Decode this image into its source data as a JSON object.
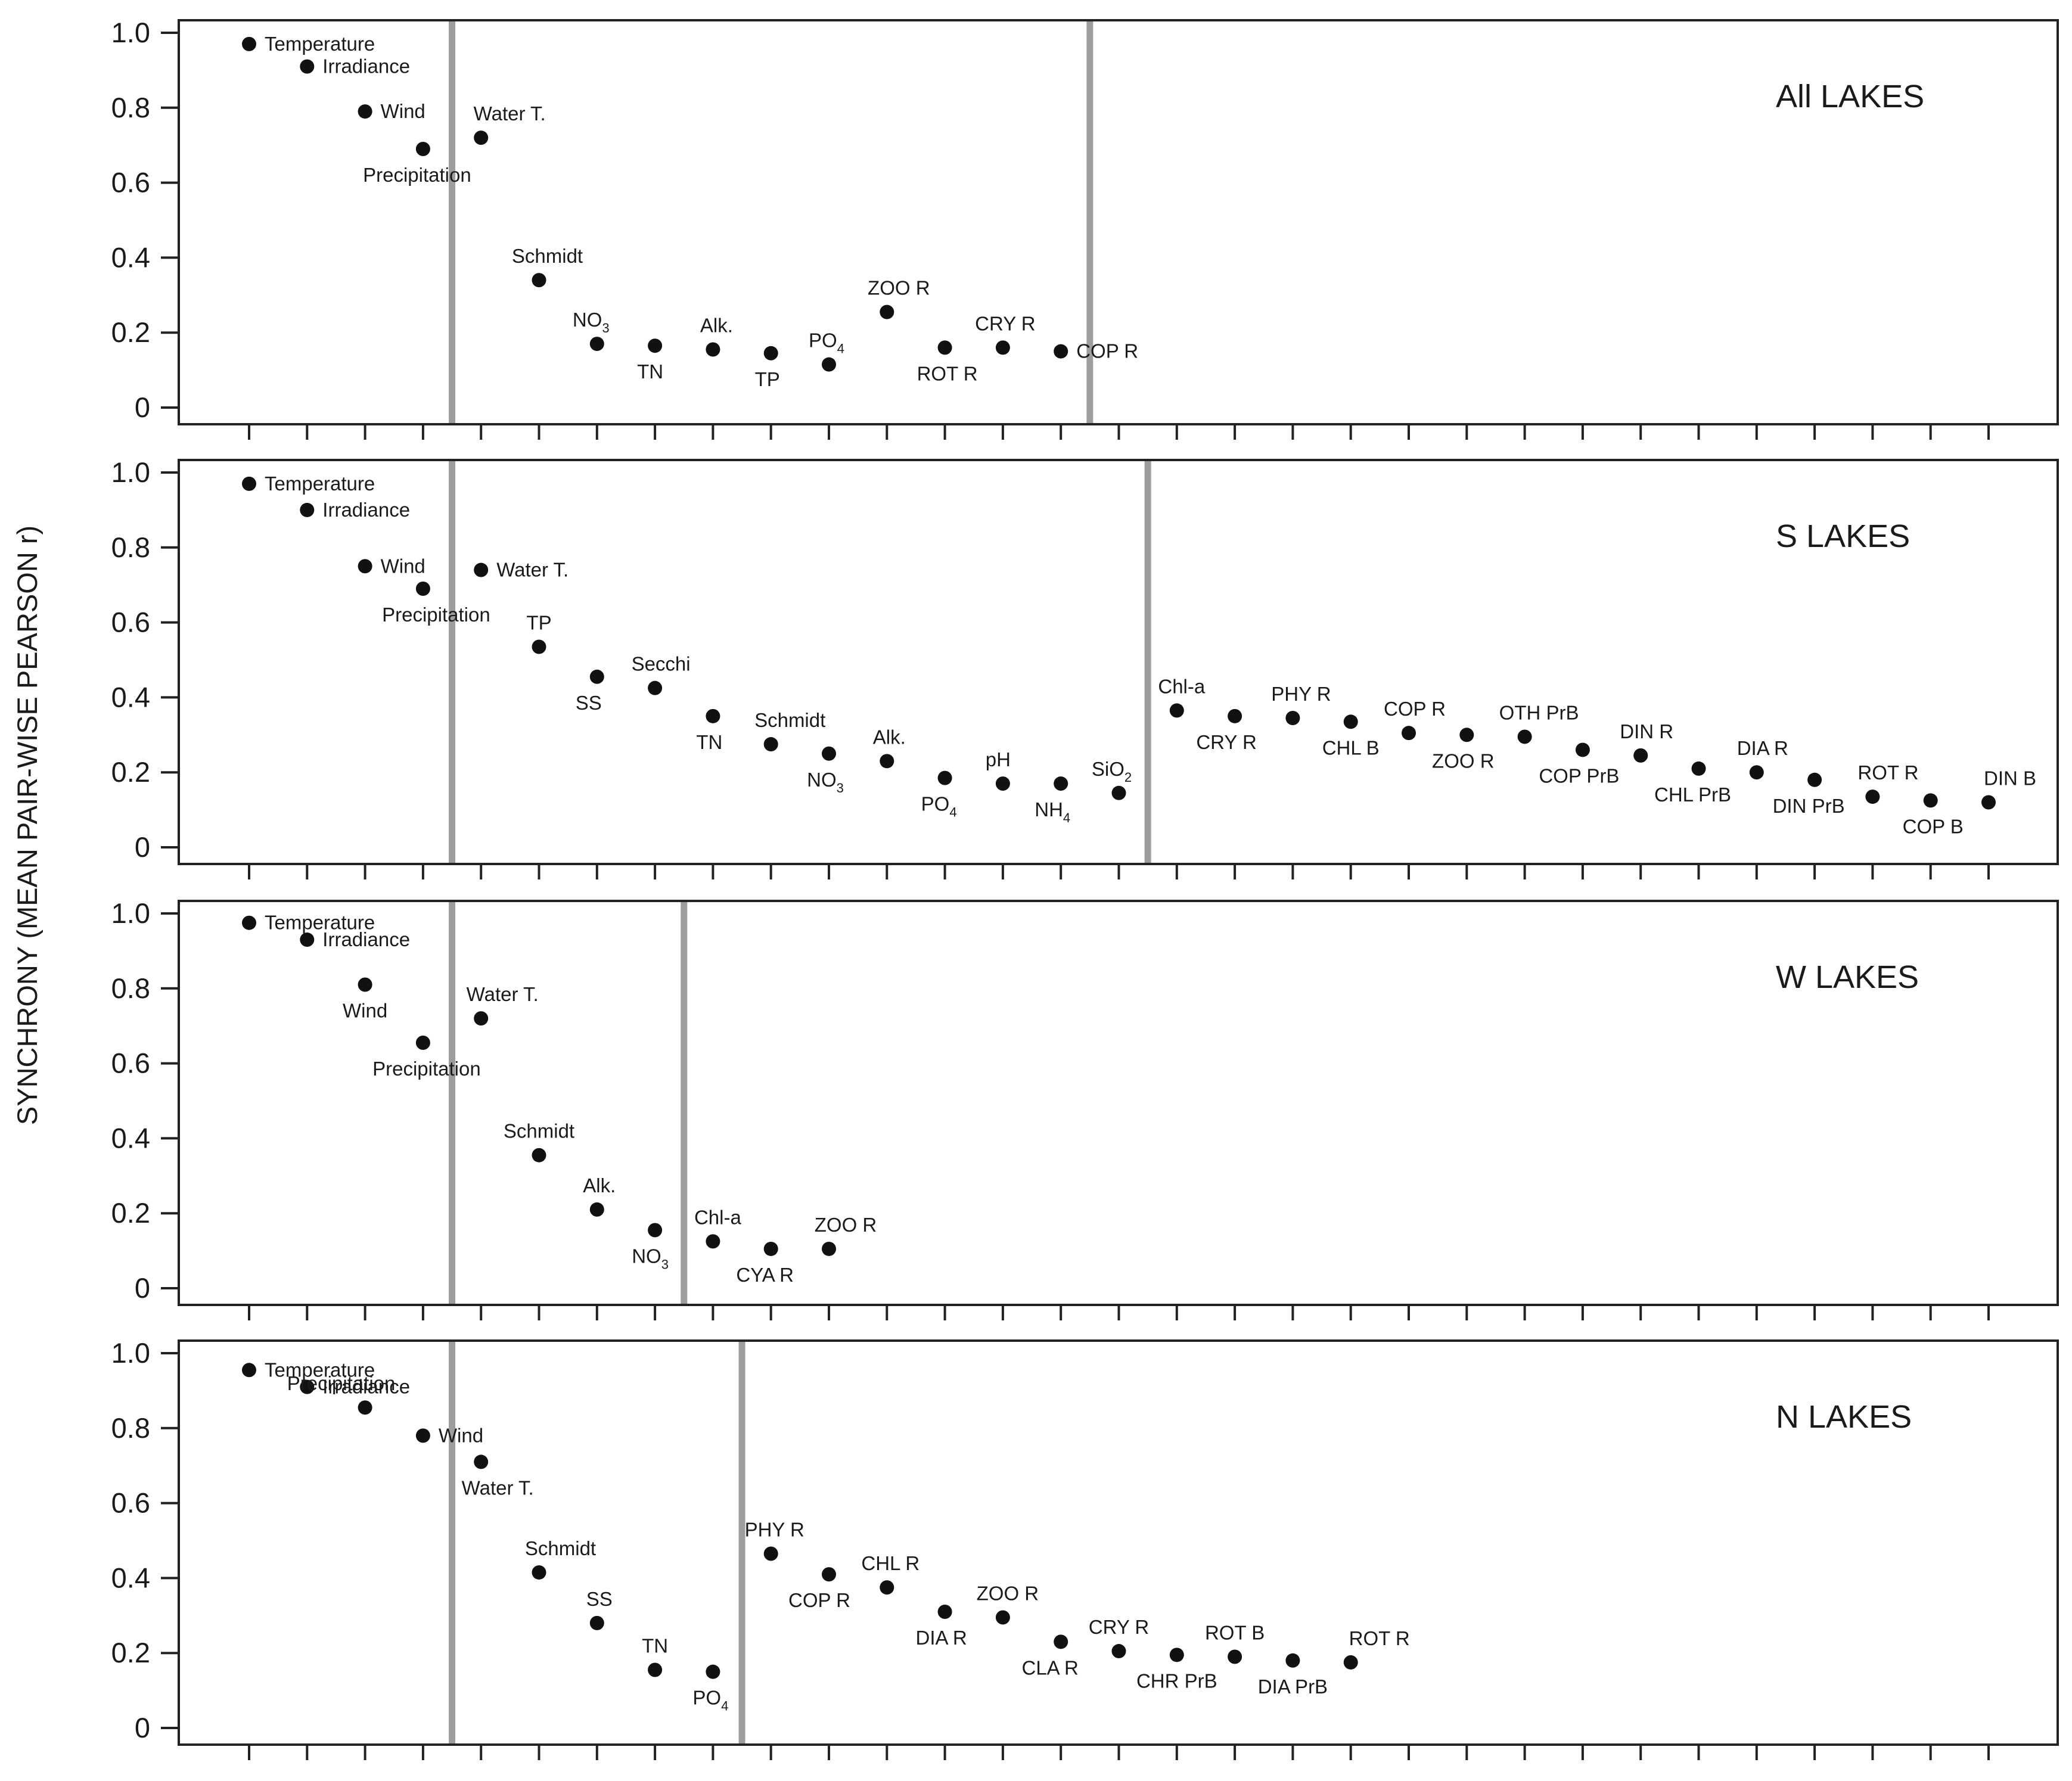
{
  "chart_data": {
    "type": "scatter",
    "ylabel": "SYNCHRONY (MEAN PAIR-WISE PEARSON r)",
    "ylim": [
      0,
      1.0
    ],
    "yticks": [
      "0",
      "0.2",
      "0.4",
      "0.6",
      "0.8",
      "1.0"
    ],
    "n_x_ticks": 31,
    "panels": [
      {
        "title": "All LAKES",
        "dividers_after": [
          3,
          14
        ],
        "points": [
          {
            "label": "Temperature",
            "y": 0.97
          },
          {
            "label": "Irradiance",
            "y": 0.91
          },
          {
            "label": "Wind",
            "y": 0.79
          },
          {
            "label": "Precipitation",
            "y": 0.69
          },
          {
            "label": "Water T.",
            "y": 0.72
          },
          {
            "label": "Schmidt",
            "y": 0.34
          },
          {
            "label": "NO",
            "sub": "3",
            "y": 0.17
          },
          {
            "label": "TN",
            "y": 0.165
          },
          {
            "label": "Alk.",
            "y": 0.155
          },
          {
            "label": "TP",
            "y": 0.145
          },
          {
            "label": "PO",
            "sub": "4",
            "y": 0.115
          },
          {
            "label": "ZOO R",
            "y": 0.255
          },
          {
            "label": "ROT R",
            "y": 0.16
          },
          {
            "label": "CRY R",
            "y": 0.16
          },
          {
            "label": "COP R",
            "y": 0.15
          }
        ]
      },
      {
        "title": "S LAKES",
        "dividers_after": [
          3,
          15
        ],
        "points": [
          {
            "label": "Temperature",
            "y": 0.97
          },
          {
            "label": "Irradiance",
            "y": 0.9
          },
          {
            "label": "Wind",
            "y": 0.75
          },
          {
            "label": "Precipitation",
            "y": 0.69
          },
          {
            "label": "Water T.",
            "y": 0.74
          },
          {
            "label": "TP",
            "y": 0.535
          },
          {
            "label": "SS",
            "y": 0.455
          },
          {
            "label": "Secchi",
            "y": 0.425
          },
          {
            "label": "TN",
            "y": 0.35
          },
          {
            "label": "Schmidt",
            "y": 0.275
          },
          {
            "label": "NO",
            "sub": "3",
            "y": 0.25
          },
          {
            "label": "Alk.",
            "y": 0.23
          },
          {
            "label": "PO",
            "sub": "4",
            "y": 0.185
          },
          {
            "label": "pH",
            "y": 0.17
          },
          {
            "label": "NH",
            "sub": "4",
            "y": 0.17
          },
          {
            "label": "SiO",
            "sub": "2",
            "y": 0.145
          },
          {
            "label": "Chl-a",
            "y": 0.365
          },
          {
            "label": "CRY R",
            "y": 0.35
          },
          {
            "label": "PHY R",
            "y": 0.345
          },
          {
            "label": "CHL B",
            "y": 0.335
          },
          {
            "label": "COP R",
            "y": 0.305
          },
          {
            "label": "ZOO R",
            "y": 0.3
          },
          {
            "label": "OTH PrB",
            "y": 0.295
          },
          {
            "label": "COP PrB",
            "y": 0.26
          },
          {
            "label": "DIN R",
            "y": 0.245
          },
          {
            "label": "CHL PrB",
            "y": 0.21
          },
          {
            "label": "DIA R",
            "y": 0.2
          },
          {
            "label": "DIN PrB",
            "y": 0.18
          },
          {
            "label": "ROT R",
            "y": 0.135
          },
          {
            "label": "COP B",
            "y": 0.125
          },
          {
            "label": "DIN B",
            "y": 0.12
          }
        ]
      },
      {
        "title": "W LAKES",
        "dividers_after": [
          3,
          7
        ],
        "points": [
          {
            "label": "Temperature",
            "y": 0.975
          },
          {
            "label": "Irradiance",
            "y": 0.93
          },
          {
            "label": "Wind",
            "y": 0.81
          },
          {
            "label": "Precipitation",
            "y": 0.655
          },
          {
            "label": "Water T.",
            "y": 0.72
          },
          {
            "label": "Schmidt",
            "y": 0.355
          },
          {
            "label": "Alk.",
            "y": 0.21
          },
          {
            "label": "NO",
            "sub": "3",
            "y": 0.155
          },
          {
            "label": "Chl-a",
            "y": 0.125
          },
          {
            "label": "CYA R",
            "y": 0.105
          },
          {
            "label": "ZOO R",
            "y": 0.105
          }
        ]
      },
      {
        "title": "N LAKES",
        "dividers_after": [
          3,
          8
        ],
        "points": [
          {
            "label": "Temperature",
            "y": 0.955
          },
          {
            "label": "Irradiance",
            "y": 0.91
          },
          {
            "label": "Precipitation",
            "y": 0.855
          },
          {
            "label": "Wind",
            "y": 0.78
          },
          {
            "label": "Water T.",
            "y": 0.71
          },
          {
            "label": "Schmidt",
            "y": 0.415
          },
          {
            "label": "SS",
            "y": 0.28
          },
          {
            "label": "TN",
            "y": 0.155
          },
          {
            "label": "PO",
            "sub": "4",
            "y": 0.15
          },
          {
            "label": "PHY R",
            "y": 0.465
          },
          {
            "label": "COP R",
            "y": 0.41
          },
          {
            "label": "CHL R",
            "y": 0.375
          },
          {
            "label": "DIA R",
            "y": 0.31
          },
          {
            "label": "ZOO R",
            "y": 0.295
          },
          {
            "label": "CLA R",
            "y": 0.23
          },
          {
            "label": "CRY R",
            "y": 0.205
          },
          {
            "label": "CHR PrB",
            "y": 0.195
          },
          {
            "label": "ROT B",
            "y": 0.19
          },
          {
            "label": "DIA PrB",
            "y": 0.18
          },
          {
            "label": "ROT R",
            "y": 0.175
          }
        ]
      }
    ]
  }
}
